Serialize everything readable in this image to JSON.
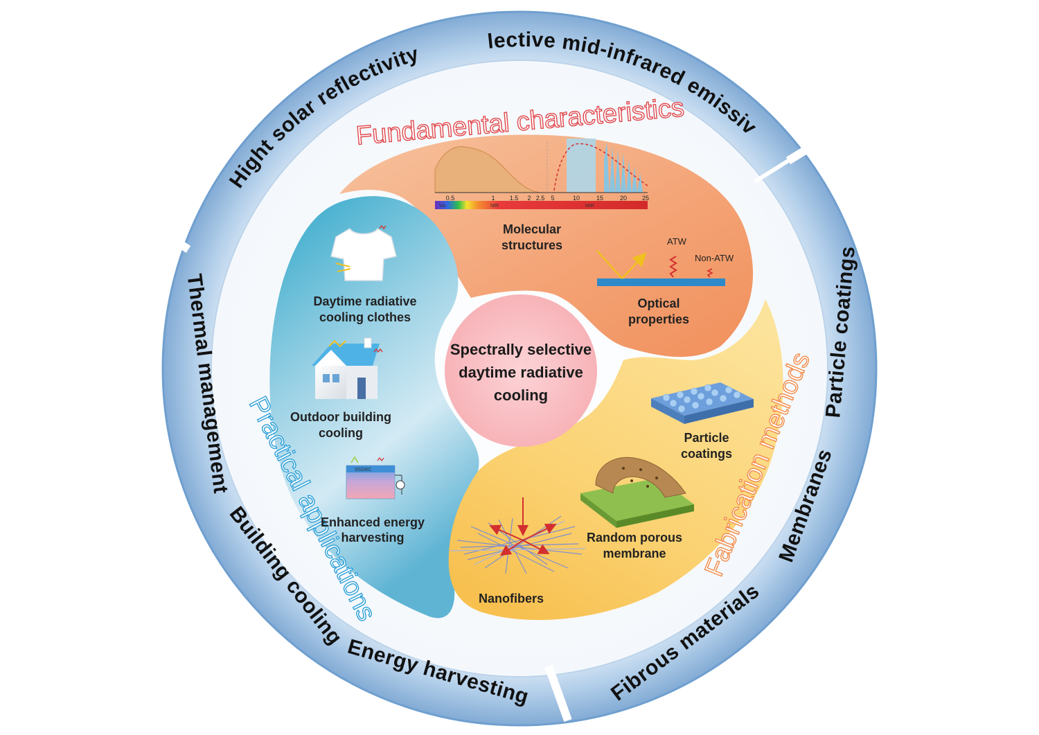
{
  "center": {
    "lines": [
      "Spectrally selective",
      "daytime radiative",
      "cooling"
    ]
  },
  "sectors": {
    "fundamental": {
      "title": "Fundamental characteristics",
      "color": "#e0474c",
      "molecular_lines": [
        "Molecular",
        "structures"
      ],
      "optical_lines": [
        "Optical",
        "properties"
      ],
      "atw": "ATW",
      "non_atw": "Non-ATW",
      "spectrum_bands": [
        "Vis",
        "NIR",
        "MIR"
      ],
      "spectrum_ticks": [
        "0.5",
        "1",
        "1.5",
        "2",
        "2.5",
        "5",
        "10",
        "15",
        "20",
        "25"
      ]
    },
    "practical": {
      "title": "Practical applications",
      "color": "#2b9fd8",
      "clothes_lines": [
        "Daytime radiative",
        "cooling clothes"
      ],
      "building_lines": [
        "Outdoor building",
        "cooling"
      ],
      "energy_lines": [
        "Enhanced energy",
        "harvesting"
      ],
      "device_label": "SSDRC"
    },
    "fabrication": {
      "title": "Fabrication methods",
      "color": "#f28a48",
      "particle_lines": [
        "Particle",
        "coatings"
      ],
      "membrane_lines": [
        "Random porous",
        "membrane"
      ],
      "nanofibers": "Nanofibers"
    }
  },
  "outer_ring": {
    "top": [
      "Hight solar reflectivity",
      "Selective mid-infrared emissivity"
    ],
    "right": [
      "Particle coatings",
      "Membranes",
      "Fibrous materials"
    ],
    "left": [
      "Thermal management",
      "Building cooling",
      "Energy harvesting"
    ]
  }
}
